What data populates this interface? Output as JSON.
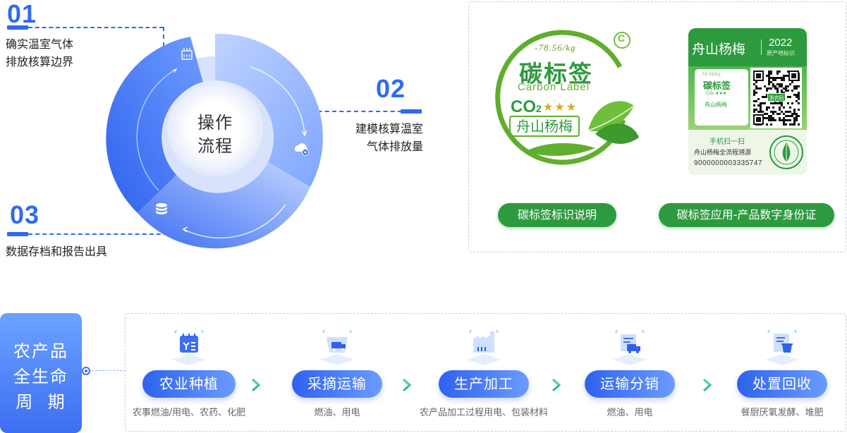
{
  "process": {
    "center_label": [
      "操作",
      "流程"
    ],
    "steps": [
      {
        "num": "01",
        "lines": [
          "确实温室气体",
          "排放核算边界"
        ]
      },
      {
        "num": "02",
        "lines": [
          "建模核算温室",
          "气体排放量"
        ]
      },
      {
        "num": "03",
        "lines": [
          "数据存档和报告出具"
        ]
      }
    ],
    "icons": [
      "factory-emission-icon",
      "cloud-add-icon",
      "database-icon"
    ]
  },
  "carbon_label": {
    "value": "-78.56/kg",
    "cn_title": "碳标签",
    "en_title": "Carbon Label",
    "co2": "CO",
    "co2_sub": "2",
    "stars": "★★★",
    "product": "舟山杨梅",
    "copyright": "C",
    "explain_button": "碳标签标识说明"
  },
  "product_tag": {
    "name": "舟山杨梅",
    "year": "2022",
    "origin": "原产地标识",
    "mini_value": "-78.56/kg",
    "mini_title": "碳标签",
    "mini_sub": "CO₂ ★★★",
    "mini_product": "舟山杨梅",
    "scan": "手机扫一扫",
    "trace": "舟山杨梅全流程溯源",
    "code": "9000000003335747",
    "qr_badge": "浙农码",
    "app_button": "碳标签应用-产品数字身份证"
  },
  "lifecycle": {
    "title_lines": [
      "农产品",
      "全生命",
      "周  期"
    ],
    "stages": [
      {
        "label": "农业种植",
        "desc": "农事燃油/用电、农药、化肥",
        "icon": "planting-calendar-icon"
      },
      {
        "label": "采摘运输",
        "desc": "燃油、用电",
        "icon": "picking-basket-truck-icon"
      },
      {
        "label": "生产加工",
        "desc": "农产品加工过程用电、包装材料",
        "icon": "factory-icon"
      },
      {
        "label": "运输分销",
        "desc": "燃油、用电",
        "icon": "delivery-truck-icon"
      },
      {
        "label": "处置回收",
        "desc": "餐厨厌氧发酵、堆肥",
        "icon": "recycle-bin-icon"
      }
    ]
  },
  "colors": {
    "primary_blue": "#2f6bf0",
    "label_green": "#2e9a3f"
  }
}
